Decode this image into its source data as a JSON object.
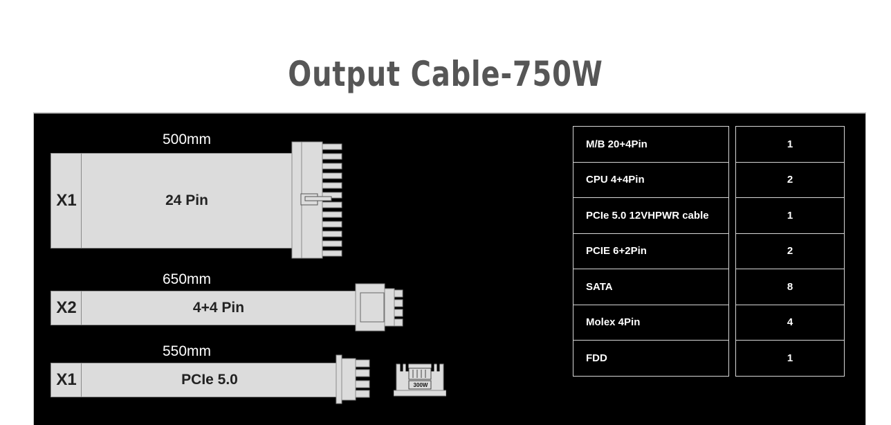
{
  "title": "Output Cable-750W",
  "cables": [
    {
      "length": "500mm",
      "quantity": "X1",
      "label": "24 Pin"
    },
    {
      "length": "650mm",
      "quantity": "X2",
      "label": "4+4 Pin"
    },
    {
      "length": "550mm",
      "quantity": "X1",
      "label": "PCIe 5.0"
    }
  ],
  "connector_badge": "300W",
  "table": [
    {
      "name": "M/B 20+4Pin",
      "count": "1"
    },
    {
      "name": "CPU 4+4Pin",
      "count": "2"
    },
    {
      "name": "PCIe 5.0 12VHPWR cable",
      "count": "1"
    },
    {
      "name": "PCIE 6+2Pin",
      "count": "2"
    },
    {
      "name": "SATA",
      "count": "8"
    },
    {
      "name": "Molex 4Pin",
      "count": "4"
    },
    {
      "name": "FDD",
      "count": "1"
    }
  ]
}
